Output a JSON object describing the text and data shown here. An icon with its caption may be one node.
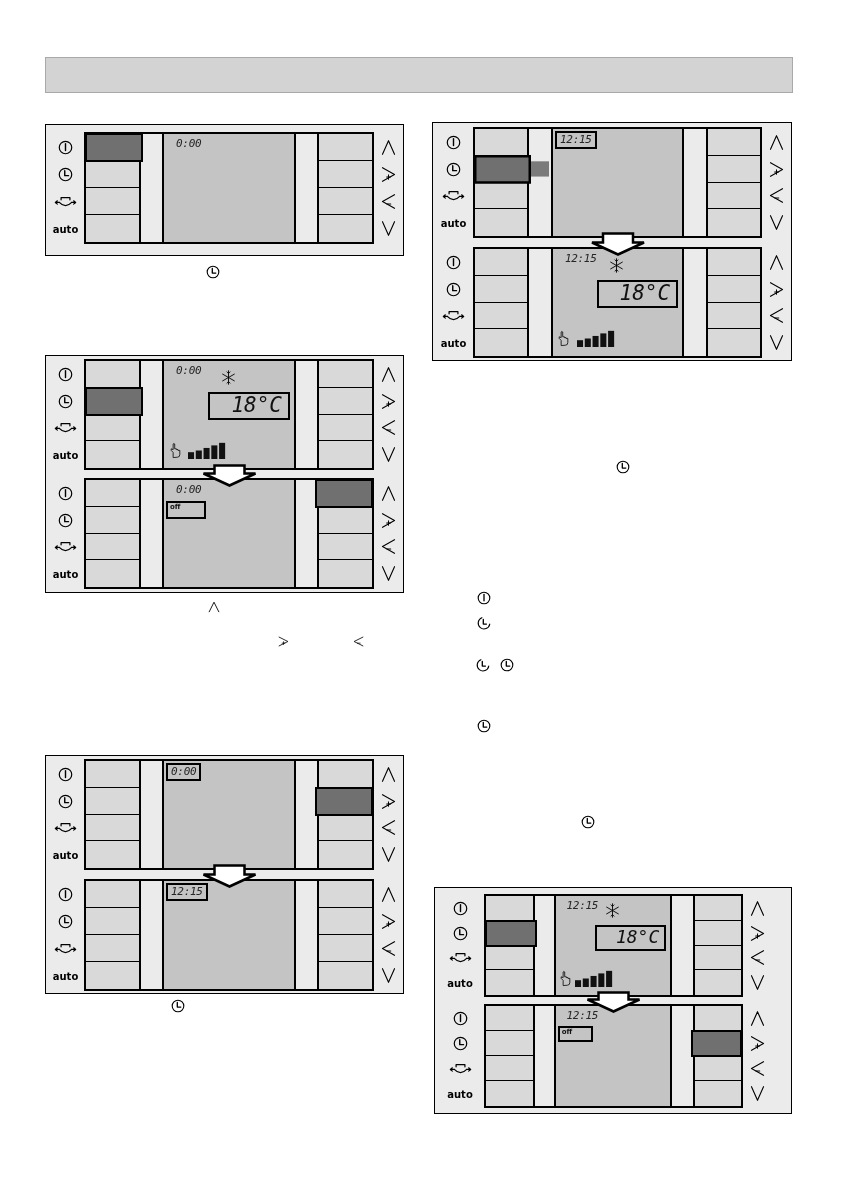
{
  "diagram": {
    "nodes": [
      {
        "text": [
          "0:00"
        ],
        "beside": [
          "auto"
        ]
      },
      {
        "text": [
          "0:00",
          "18°C"
        ],
        "beside": [
          "auto"
        ]
      },
      {
        "text": [
          "0:00",
          "off"
        ],
        "beside": [
          "auto"
        ]
      },
      {
        "text": [
          "0:00"
        ],
        "beside": [
          "auto"
        ]
      },
      {
        "text": [
          "12:15"
        ],
        "beside": [
          "auto"
        ]
      },
      {
        "text": [
          "12:15"
        ],
        "beside": [
          "auto"
        ]
      },
      {
        "text": [
          "12:15",
          "18°C"
        ],
        "beside": [
          "auto"
        ]
      },
      {
        "text": [
          "12:15",
          "18°C"
        ],
        "beside": [
          "auto"
        ]
      },
      {
        "text": [
          "12:15",
          "off"
        ],
        "beside": [
          "auto"
        ]
      }
    ],
    "edges": [
      {
        "from": 1,
        "to": 2,
        "arrow": "to"
      },
      {
        "from": 3,
        "to": 4,
        "arrow": "to"
      },
      {
        "from": 5,
        "to": 6,
        "arrow": "to"
      },
      {
        "from": 7,
        "to": 8,
        "arrow": "to"
      }
    ]
  }
}
